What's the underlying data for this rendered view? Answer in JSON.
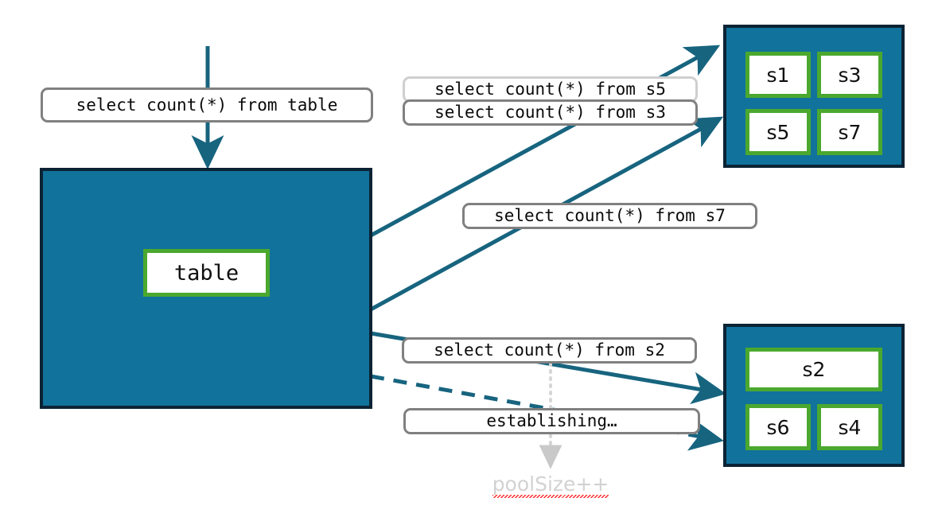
{
  "diagram": {
    "title": "connection pool query routing diagram",
    "colors": {
      "cluster_fill": "#11729C",
      "cluster_border": "#0B2334",
      "node_border": "#4BA82E",
      "node_fill": "#ffffff",
      "edge": "#17647F",
      "label_border": "#808080",
      "label_border_light": "#cfcfcf",
      "ghost_text": "#d2d2d2",
      "squiggle": "#ff2a2a",
      "background": "#ffffff"
    }
  },
  "source": {
    "incoming_query": "select count(*) from table",
    "table_node": "table"
  },
  "shard_groups": [
    {
      "name": "top-shard-cluster",
      "nodes": [
        "s1",
        "s3",
        "s5",
        "s7"
      ]
    },
    {
      "name": "bottom-shard-cluster",
      "nodes": [
        "s2",
        "s6",
        "s4"
      ]
    }
  ],
  "routed_queries": [
    {
      "id": "q-s5",
      "text": "select count(*) from s5",
      "style": "light"
    },
    {
      "id": "q-s3",
      "text": "select count(*) from s3",
      "style": "normal"
    },
    {
      "id": "q-s7",
      "text": "select count(*) from s7",
      "style": "normal"
    },
    {
      "id": "q-s2",
      "text": "select count(*) from s2",
      "style": "normal"
    }
  ],
  "status": {
    "establishing": "establishing…",
    "pool_counter": "poolSize++"
  }
}
